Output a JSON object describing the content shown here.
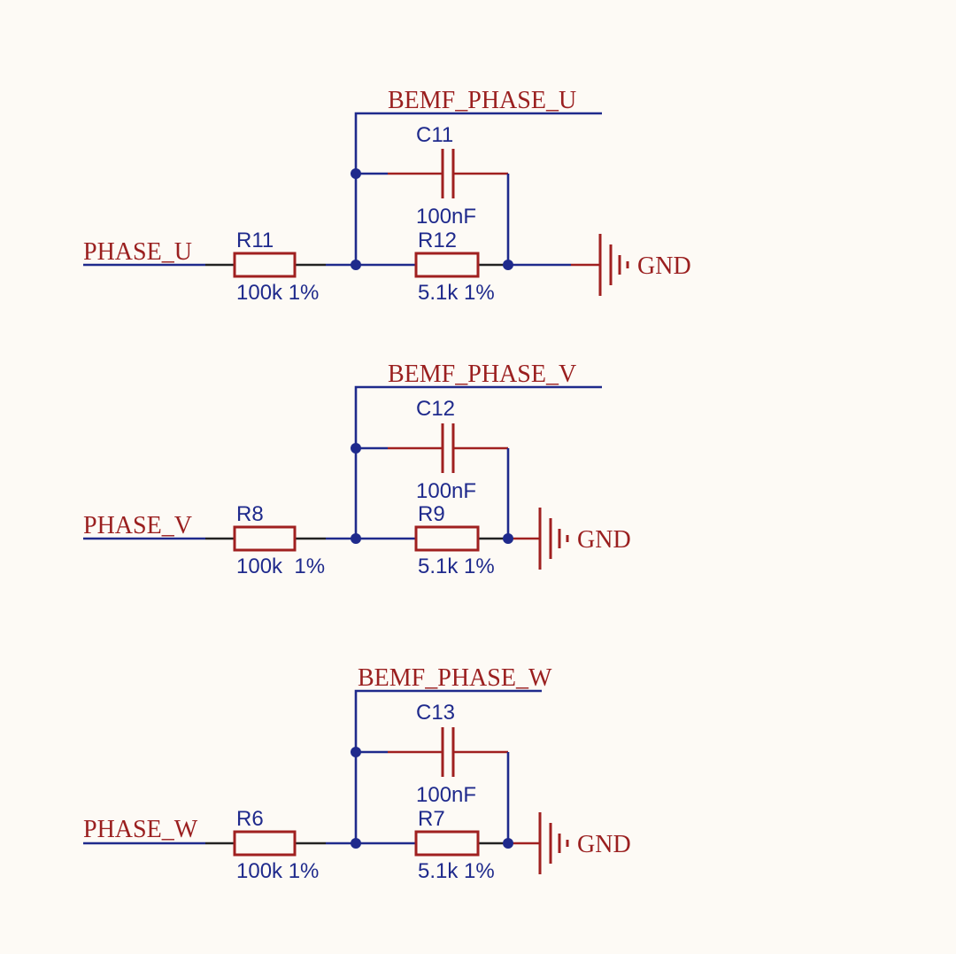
{
  "colors": {
    "background": "#fdfaf5",
    "wire": "#1f2a8c",
    "component": "#a02020",
    "net_label": "#9a1f1f",
    "ref_label": "#1f2a8c"
  },
  "stages": [
    {
      "input_net": "PHASE_U",
      "output_net": "BEMF_PHASE_U",
      "ground_net": "GND",
      "r_series": {
        "ref": "R11",
        "value": "100k 1%"
      },
      "capacitor": {
        "ref": "C11",
        "value": "100nF"
      },
      "r_shunt": {
        "ref": "R12",
        "value": "5.1k 1%"
      }
    },
    {
      "input_net": "PHASE_V",
      "output_net": "BEMF_PHASE_V",
      "ground_net": "GND",
      "r_series": {
        "ref": "R8",
        "value": "100k  1%"
      },
      "capacitor": {
        "ref": "C12",
        "value": "100nF"
      },
      "r_shunt": {
        "ref": "R9",
        "value": "5.1k 1%"
      }
    },
    {
      "input_net": "PHASE_W",
      "output_net": "BEMF_PHASE_W",
      "ground_net": "GND",
      "r_series": {
        "ref": "R6",
        "value": "100k 1%"
      },
      "capacitor": {
        "ref": "C13",
        "value": "100nF"
      },
      "r_shunt": {
        "ref": "R7",
        "value": "5.1k 1%"
      }
    }
  ]
}
